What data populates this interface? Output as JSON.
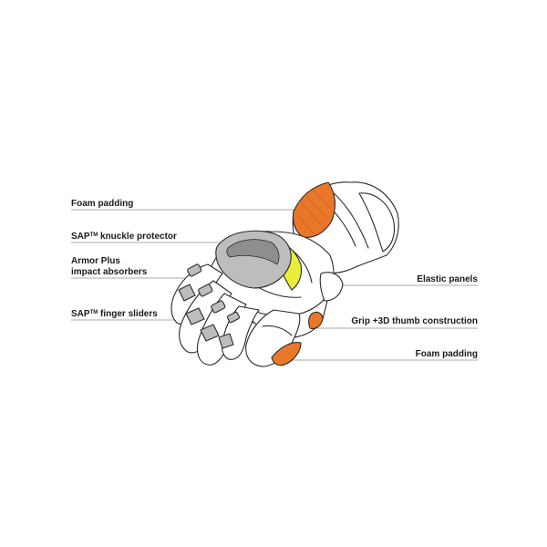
{
  "labels": {
    "foam_padding_top": "Foam padding",
    "knuckle_prefix": "SAP",
    "knuckle_sup": "TM",
    "knuckle_suffix": " knuckle protector",
    "armor_line1": "Armor Plus",
    "armor_line2": "impact absorbers",
    "sliders_prefix": "SAP",
    "sliders_sup": "TM",
    "sliders_suffix": " finger sliders",
    "elastic_panels": "Elastic panels",
    "grip_thumb": "Grip +3D thumb construction",
    "foam_padding_bottom": "Foam padding"
  },
  "colors": {
    "outline": "#2a2a2a",
    "leader": "#8c8c8c",
    "foam_orange": "#e9772a",
    "foam_orange_dark": "#c95a14",
    "knuckle_grey": "#bdbdbd",
    "knuckle_grey_dark": "#8e8e8e",
    "yellow_panel": "#e8ee3a",
    "glove_fill": "#ffffff"
  }
}
